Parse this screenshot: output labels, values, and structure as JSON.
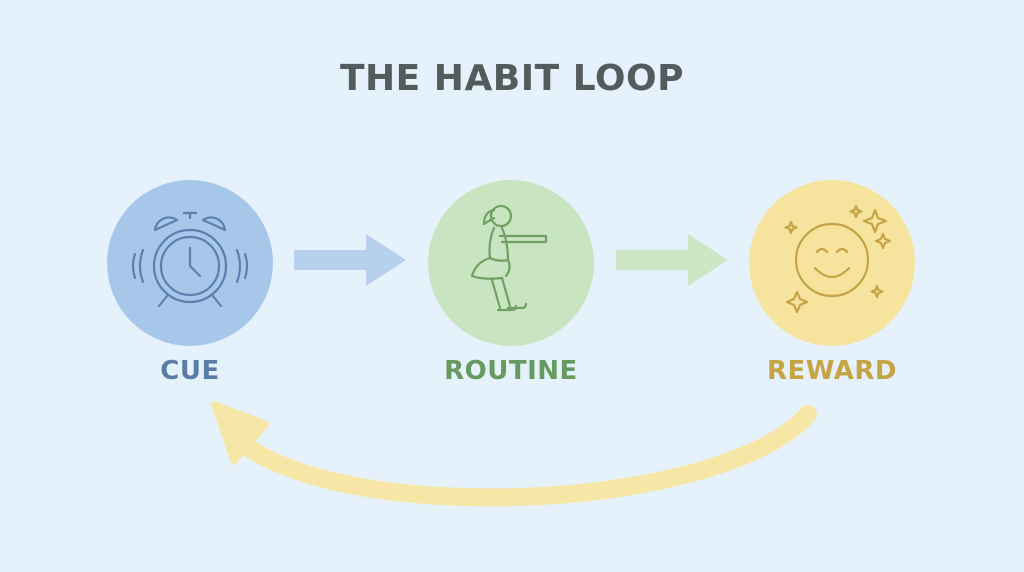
{
  "title": "THE HABIT LOOP",
  "steps": [
    {
      "label": "CUE",
      "icon": "alarm-clock-icon",
      "color": "#5a7ca6",
      "fill": "#a6c6ea"
    },
    {
      "label": "ROUTINE",
      "icon": "squat-exercise-icon",
      "color": "#669a5e",
      "fill": "#c9e4c1"
    },
    {
      "label": "REWARD",
      "icon": "smiley-face-icon",
      "color": "#c6a445",
      "fill": "#f6e39e"
    }
  ],
  "colors": {
    "background": "#e6f2fb",
    "title": "#545b5d",
    "arrow_cue_routine": "#b7d0ee",
    "arrow_routine_reward": "#cce6c6",
    "loop_arrow": "#f7e7a6"
  }
}
